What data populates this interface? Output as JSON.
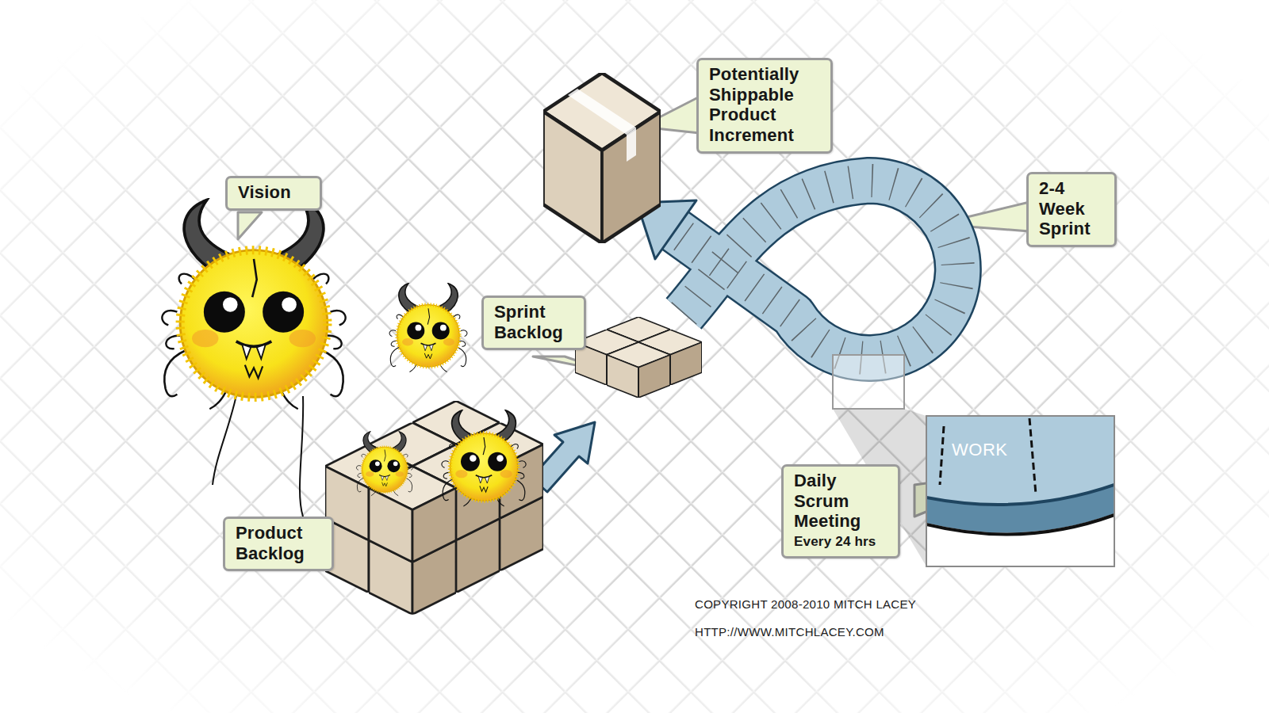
{
  "diagram": {
    "nodes": [
      {
        "text": [
          "Vision"
        ]
      },
      {
        "text": [
          "Potentially Shippable Product Increment"
        ]
      },
      {
        "text": [
          "2-4 Week Sprint"
        ]
      },
      {
        "text": [
          "Sprint Backlog"
        ]
      },
      {
        "text": [
          "Daily Scrum Meeting",
          "Every 24 hrs"
        ]
      },
      {
        "text": [
          "Product Backlog"
        ]
      }
    ],
    "labels": [
      "WORK",
      "COPYRIGHT 2008-2010 MITCH LACEY",
      "HTTP://WWW.MITCHLACEY.COM"
    ]
  }
}
